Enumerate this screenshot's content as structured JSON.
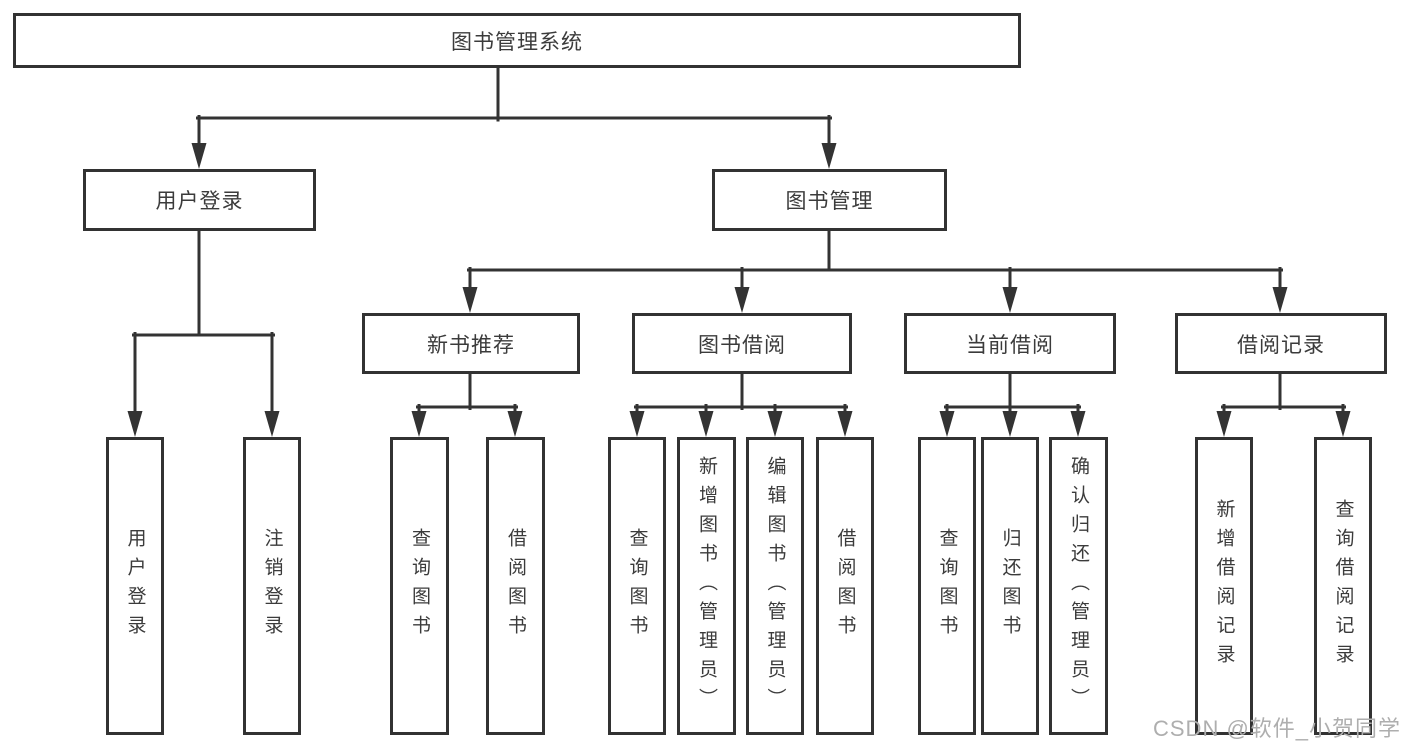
{
  "colors": {
    "line": "#333333",
    "box_border": "#323232",
    "text": "#3b3b3b",
    "background": "#ffffff",
    "watermark": "#aeaeae"
  },
  "watermark": {
    "text": "CSDN @软件_小贺同学"
  },
  "tree": {
    "label": "图书管理系统",
    "children": [
      {
        "label": "用户登录",
        "children": [
          {
            "label": "用户登录"
          },
          {
            "label": "注销登录"
          }
        ]
      },
      {
        "label": "图书管理",
        "children": [
          {
            "label": "新书推荐",
            "children": [
              {
                "label": "查询图书"
              },
              {
                "label": "借阅图书"
              }
            ]
          },
          {
            "label": "图书借阅",
            "children": [
              {
                "label": "查询图书"
              },
              {
                "label": "新增图书（管理员）"
              },
              {
                "label": "编辑图书（管理员）"
              },
              {
                "label": "借阅图书"
              }
            ]
          },
          {
            "label": "当前借阅",
            "children": [
              {
                "label": "查询图书"
              },
              {
                "label": "归还图书"
              },
              {
                "label": "确认归还（管理员）"
              }
            ]
          },
          {
            "label": "借阅记录",
            "children": [
              {
                "label": "新增借阅记录"
              },
              {
                "label": "查询借阅记录"
              }
            ]
          }
        ]
      }
    ]
  }
}
